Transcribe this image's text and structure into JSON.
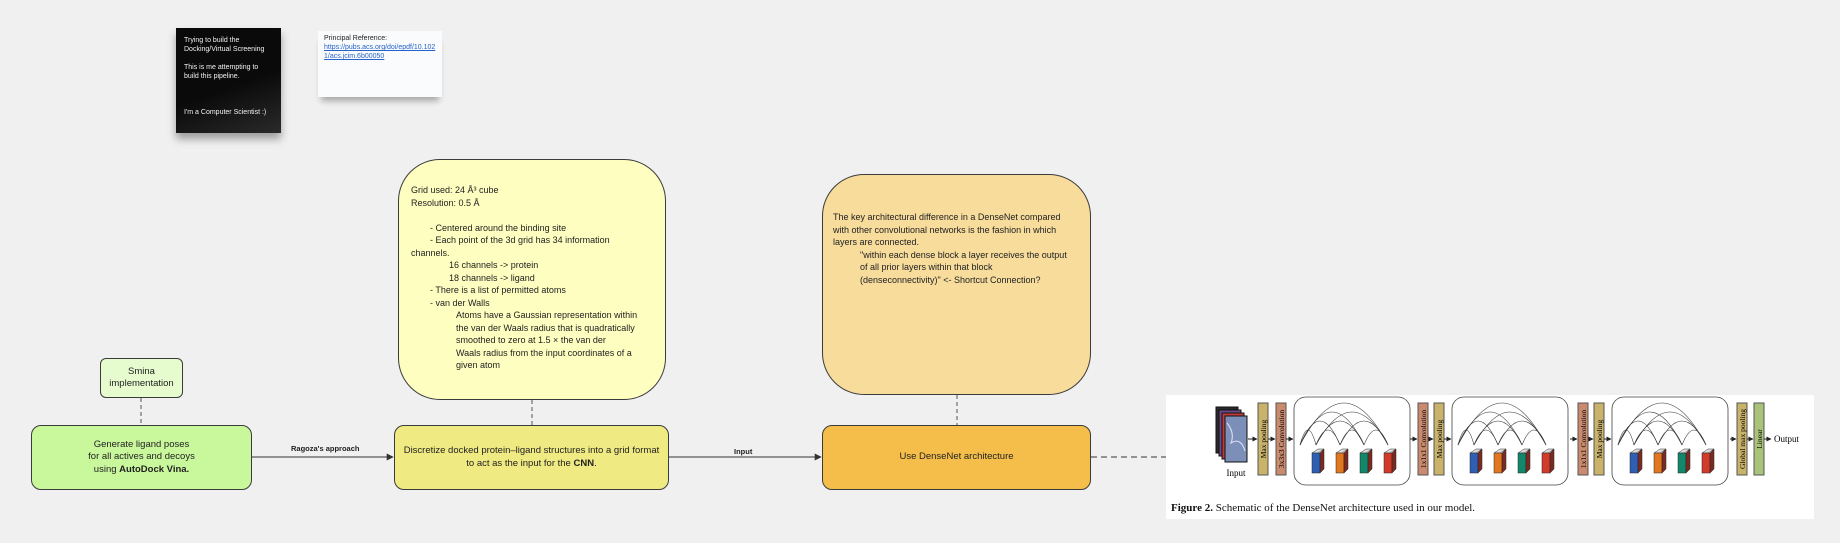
{
  "sticky_black": {
    "lines": [
      "Trying to build the Docking/Virtual Screening",
      "This is me attempting to build this pipeline.",
      "I'm a Computer Scientist :)"
    ]
  },
  "sticky_white": {
    "heading": "Principal Reference:",
    "link": "https://pubs.acs.org/doi/epdf/10.1021/acs.jcim.6b00050"
  },
  "boxes": {
    "smina": {
      "line1": "Smina",
      "line2": "implementation"
    },
    "generate": {
      "line1": "Generate ligand poses",
      "line2": "for all actives and decoys",
      "line3_prefix": "using ",
      "line3_bold": "AutoDock Vina."
    },
    "discretize": {
      "text": "Discretize docked protein–ligand structures into a grid format to act as the input for the ",
      "bold": "CNN",
      "suffix": "."
    },
    "densenet": {
      "text": "Use DenseNet architecture"
    }
  },
  "connectors": {
    "ragoza": "Ragoza's approach",
    "input": "Input"
  },
  "grid_note": {
    "lines": [
      {
        "text": "Grid used: 24 Å³ cube",
        "indent": 0
      },
      {
        "text": "Resolution: 0.5 Å",
        "indent": 0
      },
      {
        "text": "",
        "indent": 0
      },
      {
        "text": "- Centered around the binding site",
        "indent": 1
      },
      {
        "text": "- Each point of the 3d grid has 34 information",
        "indent": 1
      },
      {
        "text": "channels.",
        "indent": 0
      },
      {
        "text": "16 channels -> protein",
        "indent": 2
      },
      {
        "text": "18 channels -> ligand",
        "indent": 2
      },
      {
        "text": "- There is a list of permitted atoms",
        "indent": 1
      },
      {
        "text": "- van der Walls",
        "indent": 1
      },
      {
        "text": "Atoms have a Gaussian representation within",
        "indent": 3
      },
      {
        "text": "the van der Waals radius that is quadratically",
        "indent": 3
      },
      {
        "text": "smoothed to zero at 1.5 × the van der",
        "indent": 3
      },
      {
        "text": "Waals radius from the input coordinates of a",
        "indent": 3
      },
      {
        "text": "given atom",
        "indent": 3
      }
    ]
  },
  "dense_note": {
    "lines": [
      {
        "text": "The key architectural difference in a DenseNet compared",
        "indent": 0
      },
      {
        "text": "with other convolutional networks is the fashion in which",
        "indent": 0
      },
      {
        "text": "layers are connected.",
        "indent": 0
      },
      {
        "text": "\"within each dense block a layer receives the output",
        "indent": 4
      },
      {
        "text": "of all prior layers within that block",
        "indent": 4
      },
      {
        "text": "(denseconnectivity)\" <- Shortcut Connection?",
        "indent": 4
      }
    ]
  },
  "figure": {
    "caption_bold": "Figure 2.",
    "caption": " Schematic of the DenseNet architecture used in our model.",
    "labels": {
      "input": "Input",
      "output": "Output",
      "max_pooling": "Max pooling",
      "conv3": "3x3x3 Convolution",
      "conv1": "1x1x1 Convolution",
      "global_max": "Global max pooling",
      "linear": "Linear"
    }
  },
  "colors": {
    "smina": "#e6fccf",
    "generate": "#c9f79c",
    "discretize": "#f0ea82",
    "densenet": "#f5be4a",
    "grid_note": "#fefec0",
    "dense_note": "#f7dc9c",
    "pool_bar": "#c9b36b",
    "conv_bar": "#c98a6e",
    "linear_bar": "#a9c47a"
  }
}
